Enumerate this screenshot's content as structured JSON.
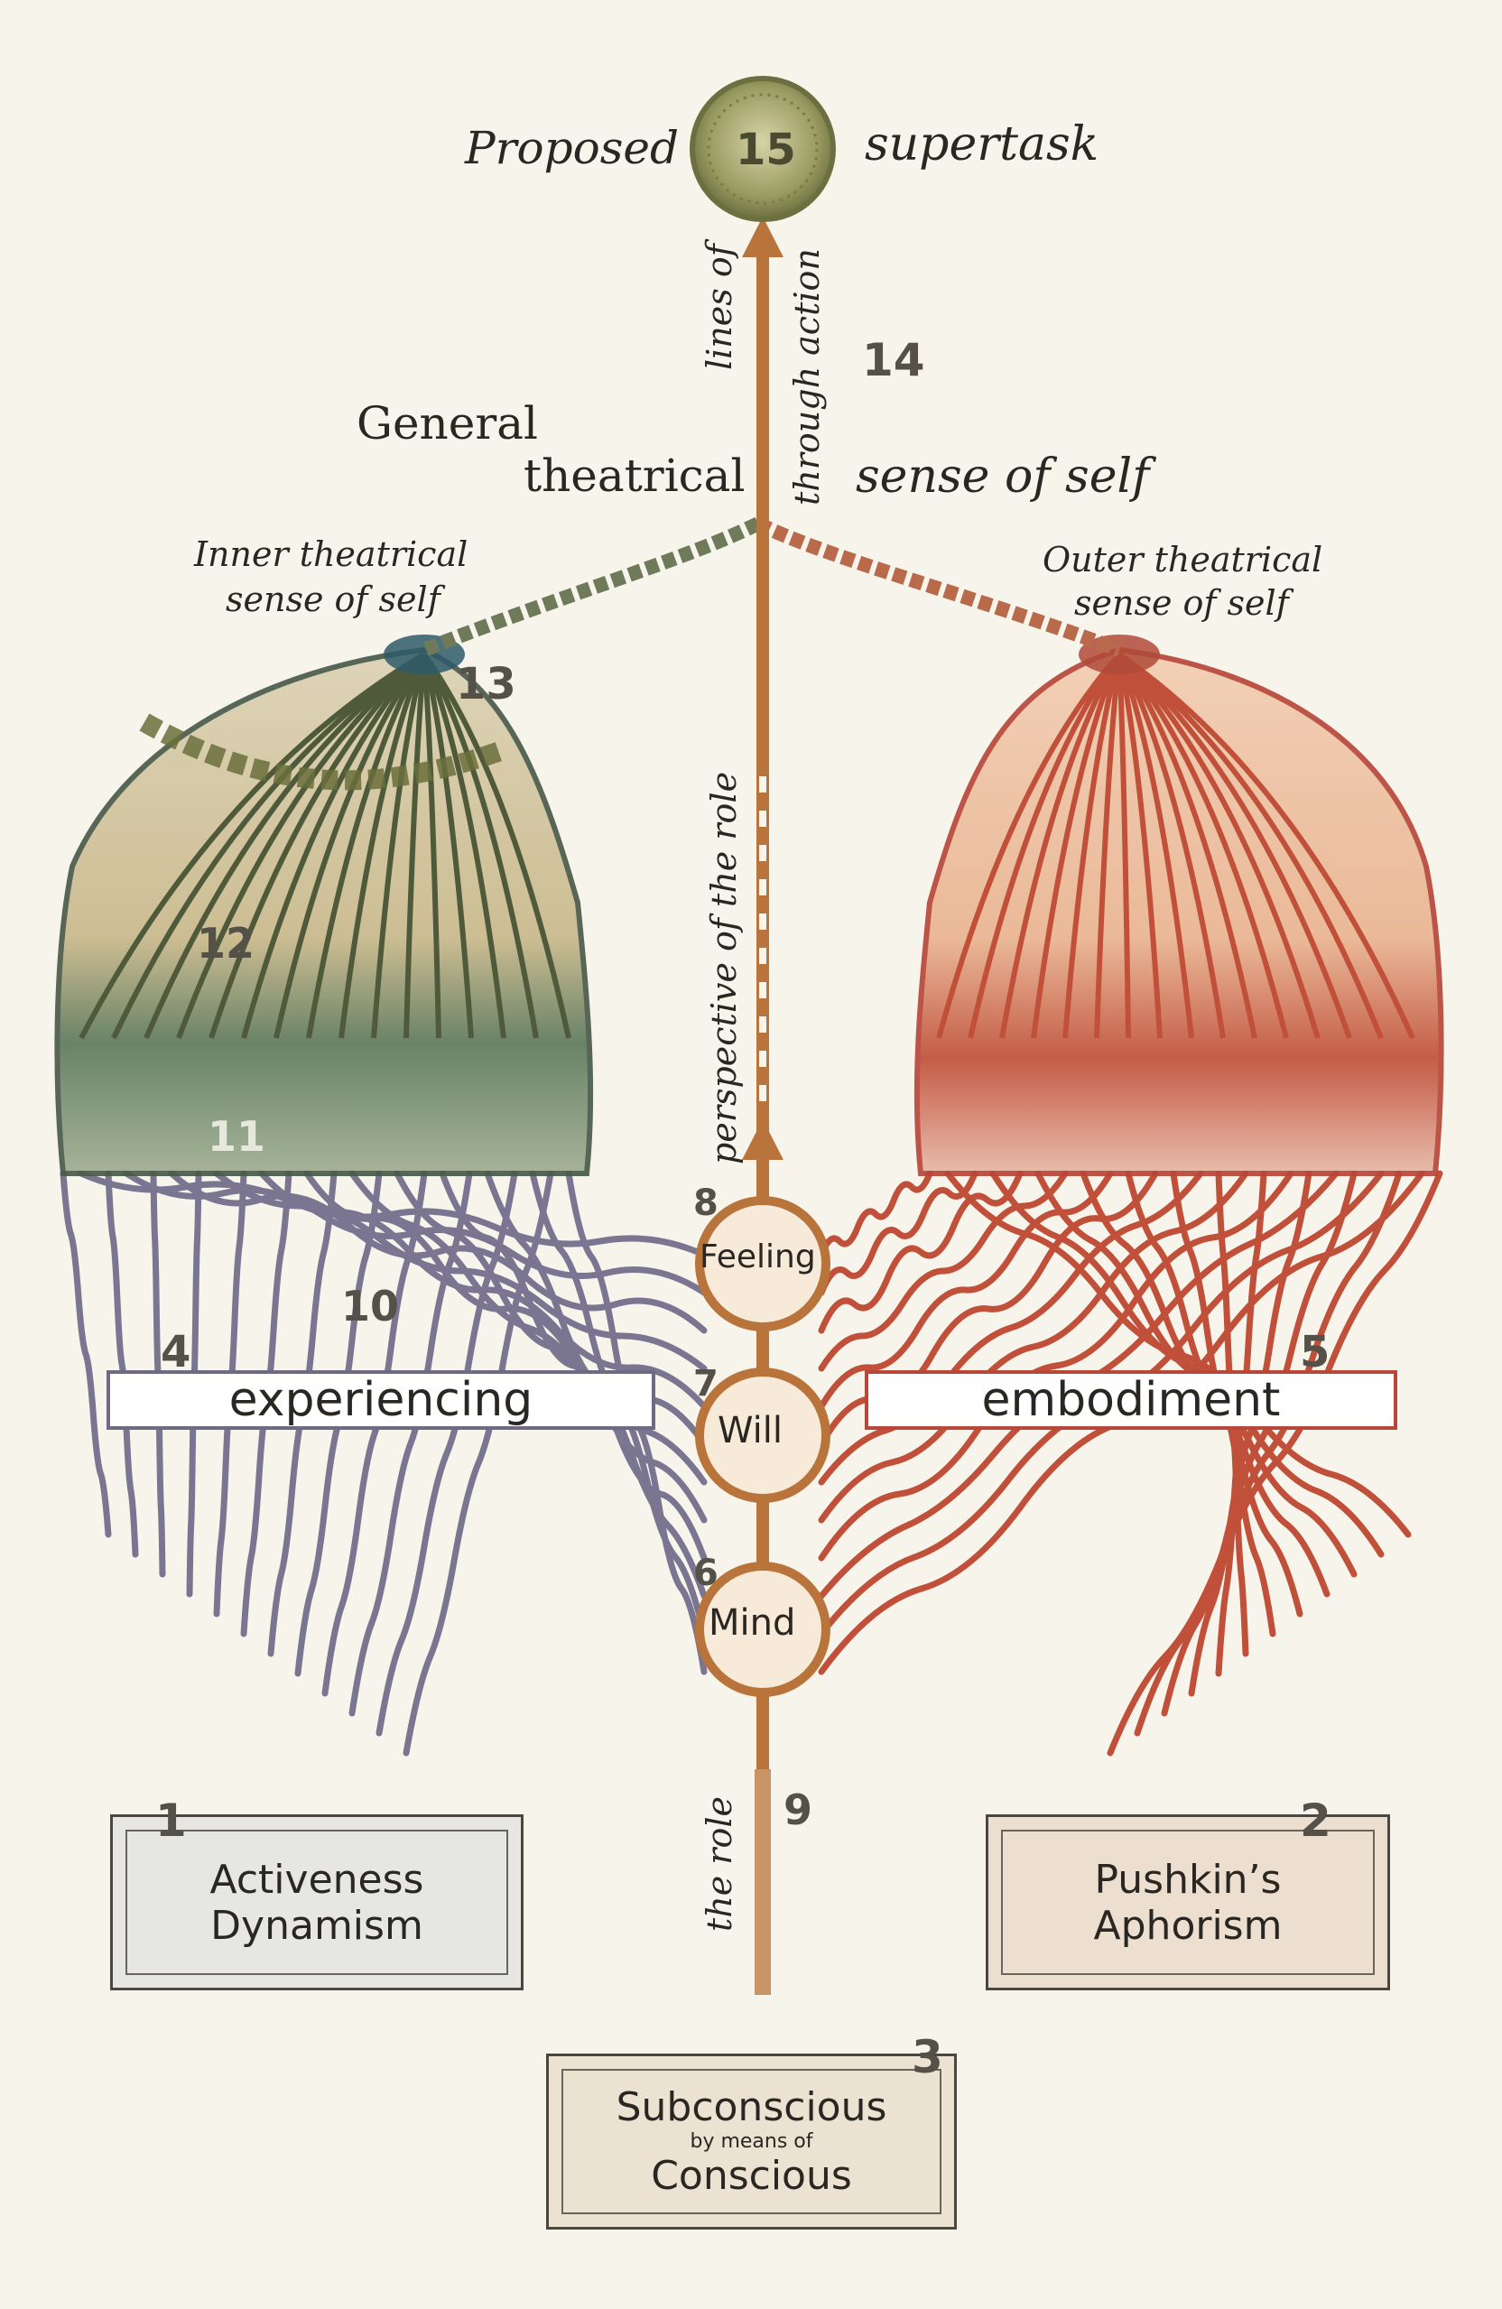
{
  "labels": {
    "proposed": "Proposed",
    "supertask": "supertask",
    "general_line1": "General",
    "general_line2": "theatrical",
    "sense_of_self": "sense of self",
    "lines_of": "lines of",
    "through_action": "through action",
    "inner_line1": "Inner theatrical",
    "inner_line2": "sense of self",
    "outer_line1": "Outer theatrical",
    "outer_line2": "sense of self",
    "perspective": "perspective of the role",
    "feeling": "Feeling",
    "will": "Will",
    "mind": "Mind",
    "the_role": "the role",
    "experiencing": "experiencing",
    "embodiment": "embodiment"
  },
  "numbers": {
    "n1": "1",
    "n2": "2",
    "n3": "3",
    "n4": "4",
    "n5": "5",
    "n6": "6",
    "n7": "7",
    "n8": "8",
    "n9": "9",
    "n10": "10",
    "n11": "11",
    "n12": "12",
    "n13": "13",
    "n14": "14",
    "n15": "15"
  },
  "boxes": {
    "box1_line1": "Activeness",
    "box1_line2": "Dynamism",
    "box2_line1": "Pushkin’s",
    "box2_line2": "Aphorism",
    "box3_line1": "Subconscious",
    "box3_line2": "by means of",
    "box3_line3": "Conscious"
  },
  "colors": {
    "left_roots": "#7a7590",
    "right_roots": "#c0503a",
    "trunk": "#b8743a",
    "left_canopy": "#5e6a3c",
    "left_canopy_blue": "#3c6a7a",
    "right_canopy": "#c85a3c",
    "ball": "#8a8f4a"
  }
}
